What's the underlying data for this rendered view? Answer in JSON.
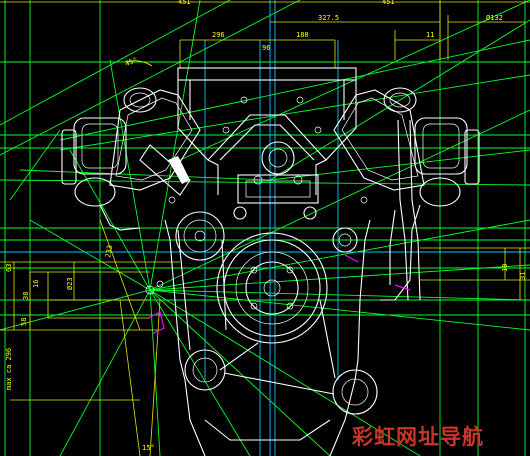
{
  "drawing": {
    "top_dims": {
      "d327": "327.5",
      "d296": "296",
      "d188": "188",
      "d96": "96",
      "d11": "11",
      "d132": "Ø132",
      "d45": "45°",
      "tl_partial": "451",
      "tr_partial": "451"
    },
    "left_dims": {
      "v63": "63",
      "v38": "38",
      "v16": "16",
      "v58": "58",
      "vmax": "max ca 296",
      "v23": "Ø23",
      "v233": "233",
      "v15": "15°"
    },
    "right_dims": {
      "v10": "10",
      "v31": "31"
    }
  },
  "watermark": {
    "text": "彩虹网址导航"
  },
  "colors": {
    "background": "#000000",
    "guide": "#00ff2a",
    "outline": "#ffffff",
    "axis": "#00c8ff",
    "dimension": "#e8e800",
    "highlight": "#ff00ff",
    "watermark": "#c8362a"
  }
}
